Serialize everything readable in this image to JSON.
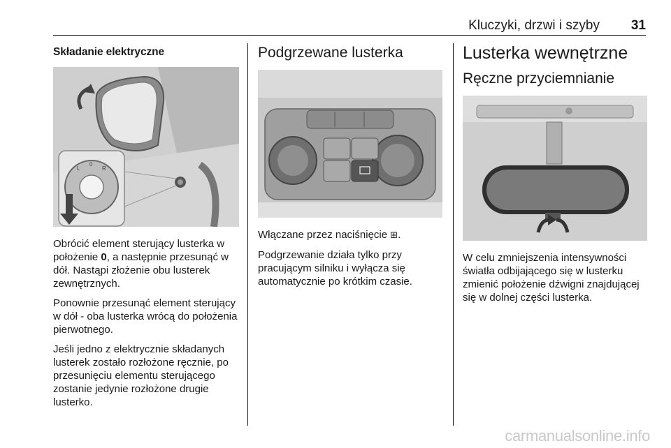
{
  "header": {
    "title": "Kluczyki, drzwi i szyby",
    "page_number": "31"
  },
  "col1": {
    "heading": "Składanie elektryczne",
    "p1_before": "Obrócić element sterujący lusterka w położenie ",
    "p1_bold": "0",
    "p1_after": ", a następnie przesunąć w dół. Nastąpi złożenie obu lusterek zewnętrznych.",
    "p2": "Ponownie przesunąć element sterujący w dół - oba lusterka wrócą do położenia pierwotnego.",
    "p3": "Jeśli jedno z elektrycznie składanych lusterek zostało rozłożone ręcznie, po przesunięciu elementu sterującego zostanie jedynie rozłożone drugie lusterko."
  },
  "col2": {
    "heading": "Podgrzewane lusterka",
    "p1_before": "Włączane przez naciśnięcie ",
    "p1_symbol": "⊞",
    "p1_after": ".",
    "p2": "Podgrzewanie działa tylko przy pracującym silniku i wyłącza się automatycznie po krótkim czasie."
  },
  "col3": {
    "heading": "Lusterka wewnętrzne",
    "subheading": "Ręczne przyciemnianie",
    "p1": "W celu zmniejszenia intensywności światła odbijającego się w lusterku zmienić położenie dźwigni znajdującej się w dolnej części lusterka."
  },
  "watermark": "carmanualsonline.info"
}
